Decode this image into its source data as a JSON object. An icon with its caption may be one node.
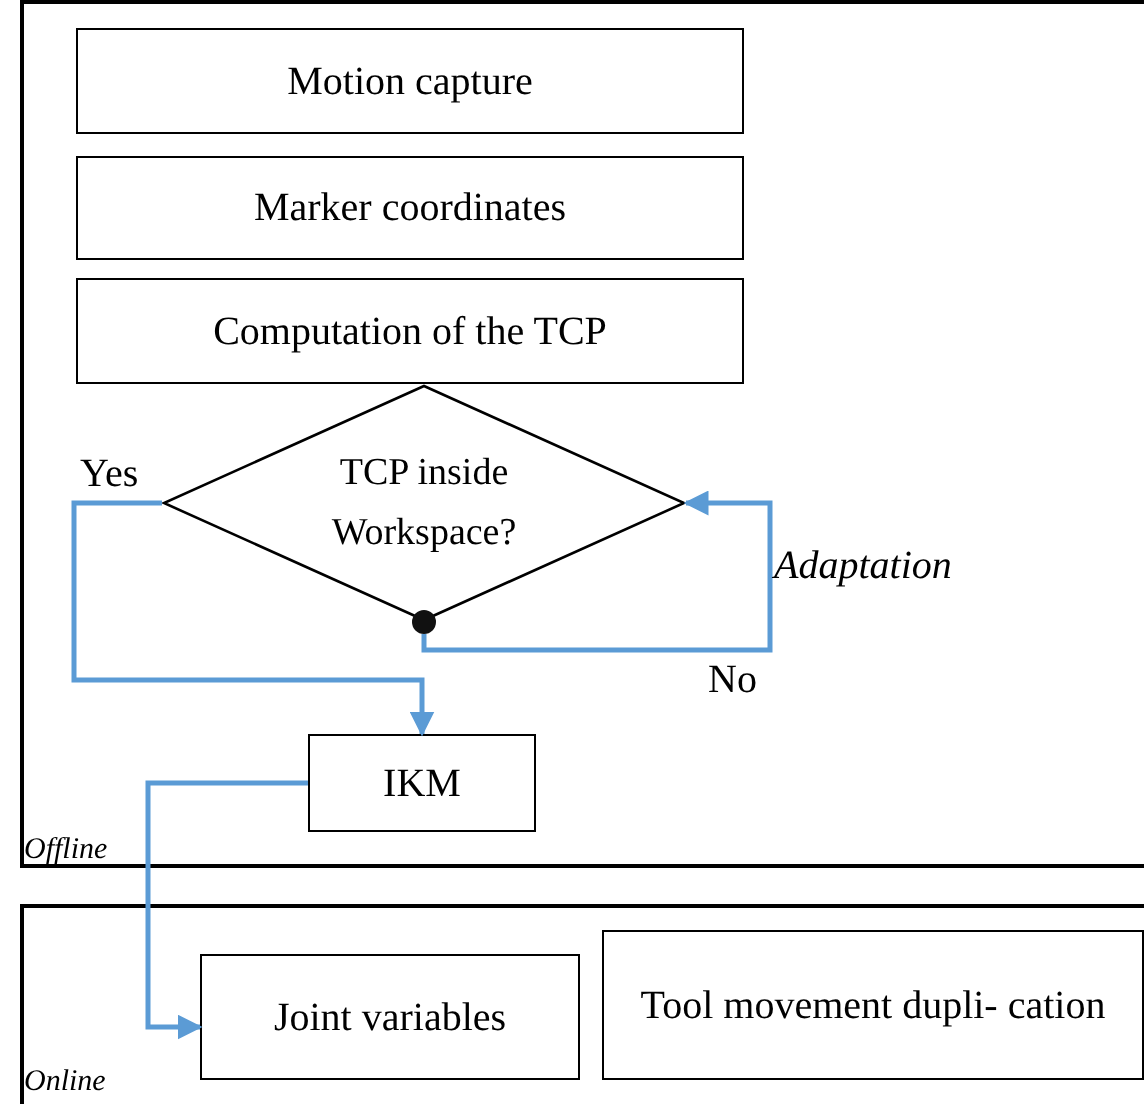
{
  "diagram": {
    "nodes": [
      {
        "text": [
          "Offline"
        ]
      },
      {
        "text": [
          "Motion capture"
        ],
        "in": 0
      },
      {
        "text": [
          "Marker coordinates"
        ],
        "in": 0
      },
      {
        "text": [
          "Computation of the TCP"
        ],
        "in": 0
      },
      {
        "text": [
          "TCP inside Workspace?"
        ],
        "in": 0
      },
      {
        "text": [],
        "shape": "circle",
        "in": 0
      },
      {
        "text": [
          "IKM"
        ],
        "in": 0
      },
      {
        "text": [
          "Online"
        ]
      },
      {
        "text": [
          "Joint variables"
        ],
        "in": 7
      },
      {
        "text": [
          "Tool movement dupli- cation"
        ],
        "in": 7
      }
    ],
    "edges": [
      {
        "from": 4,
        "to": 6,
        "arrow": "to",
        "label": "Yes"
      },
      {
        "from": 5,
        "to": 4,
        "arrow": "to",
        "label": "No"
      },
      {
        "from": 6,
        "to": 8,
        "arrow": "to"
      }
    ],
    "labels": [
      "Adaptation"
    ]
  }
}
